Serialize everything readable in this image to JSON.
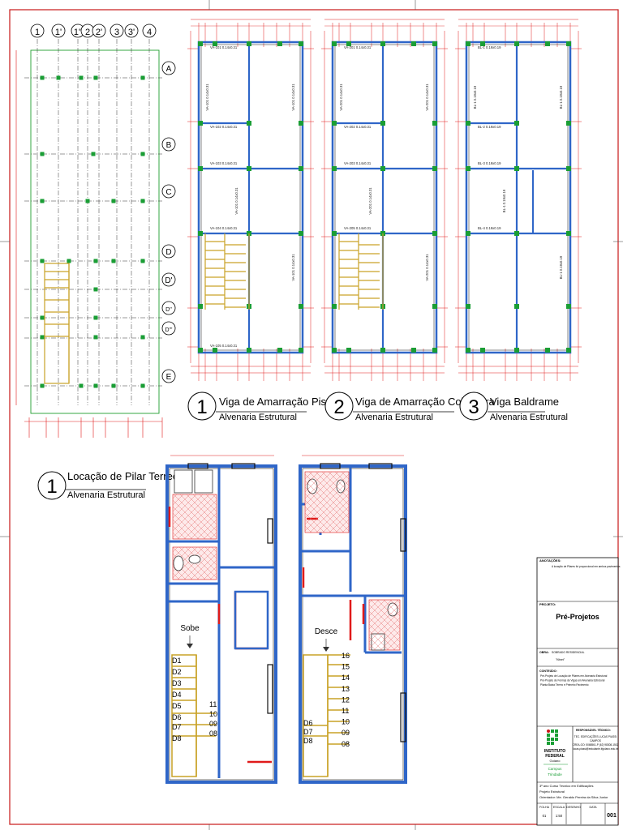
{
  "grid_plan": {
    "column_axes": [
      "1",
      "1'",
      "1''",
      "2",
      "2'",
      "3",
      "3'",
      "4"
    ],
    "row_axes": [
      "A",
      "B",
      "C",
      "D",
      "D'",
      "D''",
      "D'''",
      "E"
    ]
  },
  "beam_plans": [
    {
      "number": "1",
      "title": "Viga de Amarração Piso",
      "subtitle": "Alvenaria Estrutural",
      "beam_labels": [
        "VA-101 0.14x0.31",
        "VA-102 0.14x0.31",
        "VA-103 0.14x0.31",
        "VA-104 0.14x0.31",
        "VA-105 0.14x0.31"
      ]
    },
    {
      "number": "2",
      "title": "Viga de Amarração Cobertura",
      "subtitle": "Alvenaria Estrutural",
      "beam_labels": [
        "VA-201 0.14x0.31",
        "VA-202 0.14x0.31",
        "VA-203 0.14x0.31",
        "VA-205 0.14x0.31"
      ]
    },
    {
      "number": "3",
      "title": "Viga Baldrame",
      "subtitle": "Alvenaria Estrutural",
      "beam_labels": [
        "BL-1 0.19x0.19",
        "BL-2 0.19x0.19",
        "BL-3 0.19x0.19",
        "BL-4 0.19x0.19"
      ]
    }
  ],
  "pillar_plan": {
    "number": "1",
    "title": "Locação de Pilar Terreo",
    "subtitle": "Alvenaria Estrutural"
  },
  "floor_plans": {
    "ground": {
      "stair_label": "Sobe",
      "steps_left": [
        "D1",
        "D2",
        "D3",
        "D4",
        "D5",
        "D6",
        "D7",
        "D8"
      ],
      "steps_right": [
        "11",
        "10",
        "09",
        "08"
      ]
    },
    "upper": {
      "stair_label": "Desce",
      "steps_right": [
        "16",
        "15",
        "14",
        "13",
        "12",
        "11",
        "10",
        "09",
        "08"
      ],
      "steps_left": [
        "D6",
        "D7",
        "D8"
      ]
    }
  },
  "title_block": {
    "notes_label": "ANOTAÇÕES:",
    "notes_text": "A locação de Pilares foi proporcional em ambos pavimentos",
    "project_label": "PROJETO:",
    "project_name": "Pré-Projetos",
    "work_label": "OBRA:",
    "work_value": "SOBRADO RESIDENCIAL",
    "work_sub": "\"Kitnet\"",
    "content_label": "CONTEÚDO:",
    "content_lines": [
      "Pré-Projeto de Locação de Pilares em Alvenaria Estrutural",
      "Pré-Projeto de Formas de Vigas em Alvenaria Estrutural",
      "Planta Baixa Térreo e Primeiro Pavimento"
    ],
    "responsible_label": "RESPONSÁVEL TÉCNICO:",
    "responsible_lines": [
      "TEC. EDIFICAÇÕES LUCAS PIASSI",
      "CAMPOS",
      "CREA-GO: 5068561-P (62) 98308-1502",
      "lucas.piassi@estudante.ifgoiano.edu.br"
    ],
    "institution_lines": [
      "INSTITUTO",
      "FEDERAL",
      "Goiano"
    ],
    "campus_lines": [
      "Campus",
      "Trindade"
    ],
    "course_line": "3º ano Curso Técnico em Edificações",
    "subject_line": "Projeto Estrutural",
    "advisor_line": "Orientador: Me. Geraldo Pereira da Silva Junior",
    "footer_headers": [
      "FOLHA",
      "ESCALA",
      "DESENHO",
      "DATA"
    ],
    "footer_values": [
      "01",
      "1:50",
      "",
      ""
    ],
    "sheet_number": "001"
  },
  "colors": {
    "wall": "#2f66c8",
    "pillar": "#1a9e35",
    "dimension": "#e01a1a",
    "grid": "#1f9e2f",
    "stair": "#c9a227",
    "axis_line": "#333333"
  }
}
